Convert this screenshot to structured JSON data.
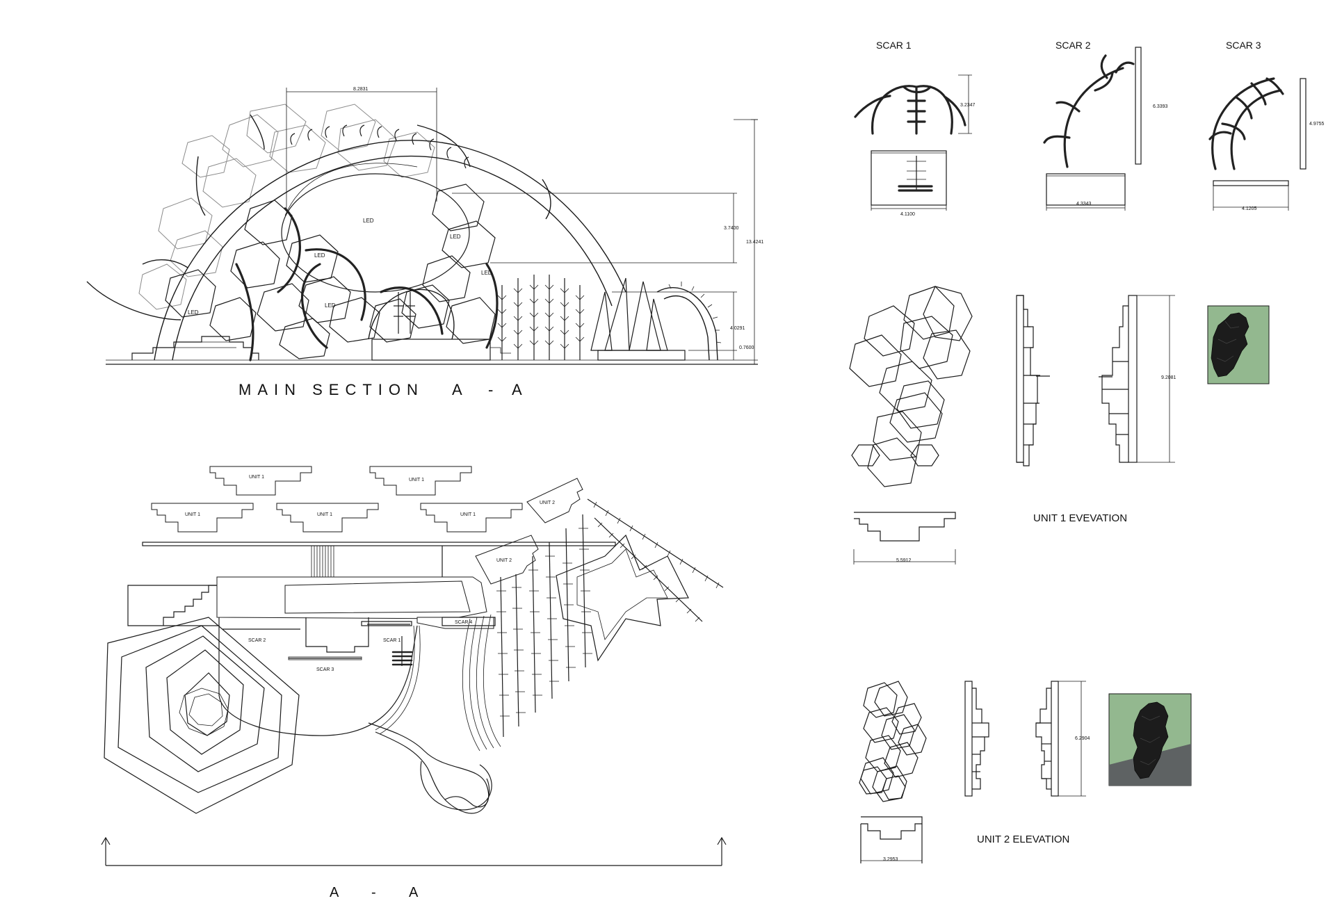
{
  "main_section": {
    "title": "MAIN SECTION",
    "section_letter_left": "A",
    "section_dash": "-",
    "section_letter_right": "A",
    "led_labels": [
      "LED",
      "LED",
      "LED",
      "LED",
      "LED",
      "LED"
    ],
    "dimensions": {
      "top_width": "8.2831",
      "total_height": "13.4241",
      "upper_height": "3.7400",
      "lower_height": "4.0291",
      "base_height": "0.7600"
    }
  },
  "plan": {
    "unit_labels": [
      "UNIT 1",
      "UNIT 1",
      "UNIT 1",
      "UNIT 1",
      "UNIT 1",
      "UNIT 2",
      "UNIT 2"
    ],
    "scar_labels": [
      "SCAR 2",
      "SCAR 3",
      "SCAR 1",
      "SCAR 4"
    ],
    "cut_label_left": "A",
    "cut_dash": "-",
    "cut_label_right": "A"
  },
  "scars": [
    {
      "title": "SCAR 1",
      "height_dim": "3.2347",
      "width_dim": "4.1100"
    },
    {
      "title": "SCAR 2",
      "height_dim": "6.3393",
      "width_dim": "4.3343"
    },
    {
      "title": "SCAR 3",
      "height_dim": "4.9755",
      "width_dim": "4.1205"
    }
  ],
  "unit1": {
    "title": "UNIT 1 EVEVATION",
    "height_dim": "9.2081",
    "width_dim": "5.5912"
  },
  "unit2": {
    "title": "UNIT 2 ELEVATION",
    "height_dim": "6.2904",
    "width_dim": "3.2953"
  },
  "colors": {
    "render_bg_green": "#93b88f",
    "render_ground_grey": "#5e6263",
    "render_object": "#1c1c1c"
  }
}
